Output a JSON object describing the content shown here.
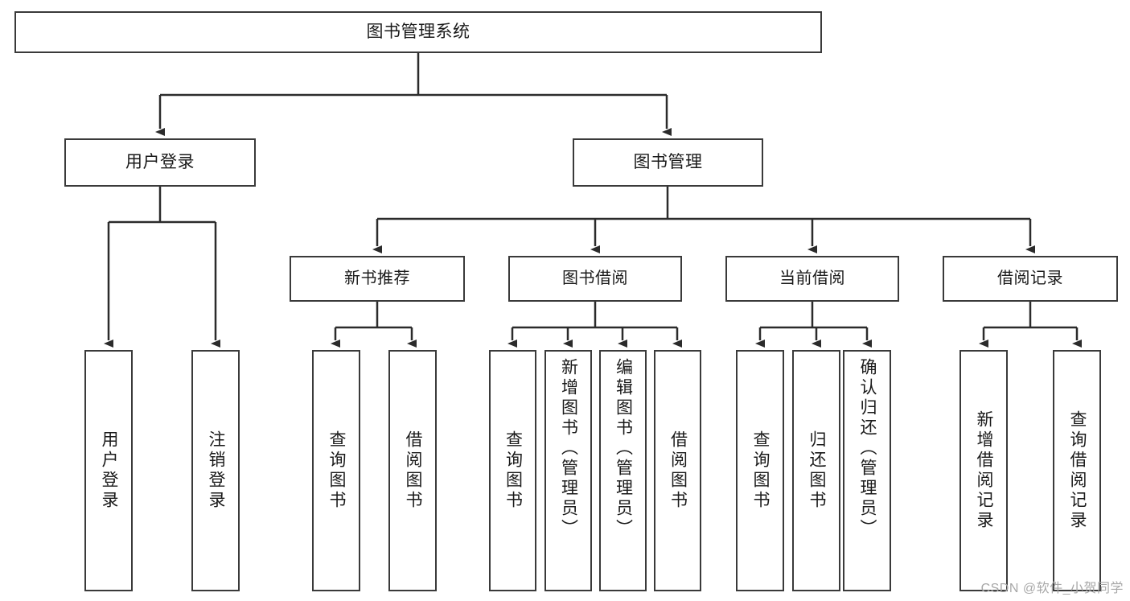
{
  "diagram": {
    "type": "tree-hierarchy",
    "title": "图书管理系统",
    "root": {
      "label": "图书管理系统"
    },
    "level1": [
      {
        "label": "用户登录"
      },
      {
        "label": "图书管理"
      }
    ],
    "level2": [
      {
        "label": "新书推荐"
      },
      {
        "label": "图书借阅"
      },
      {
        "label": "当前借阅"
      },
      {
        "label": "借阅记录"
      }
    ],
    "leaves": {
      "user_login": [
        {
          "label": "用户登录"
        },
        {
          "label": "注销登录"
        }
      ],
      "new_book_recommend": [
        {
          "label": "查询图书"
        },
        {
          "label": "借阅图书"
        }
      ],
      "book_borrow": [
        {
          "label": "查询图书"
        },
        {
          "label": "新增图书（管理员）"
        },
        {
          "label": "编辑图书（管理员）"
        },
        {
          "label": "借阅图书"
        }
      ],
      "current_borrow": [
        {
          "label": "查询图书"
        },
        {
          "label": "归还图书"
        },
        {
          "label": "确认归还（管理员）"
        }
      ],
      "borrow_record": [
        {
          "label": "新增借阅记录"
        },
        {
          "label": "查询借阅记录"
        }
      ]
    }
  },
  "watermark": {
    "text": "CSDN @软件_小贺同学"
  },
  "colors": {
    "border": "#3a3a3a",
    "text": "#1a1a1a",
    "background": "#ffffff",
    "watermark": "#a8a8a8"
  }
}
